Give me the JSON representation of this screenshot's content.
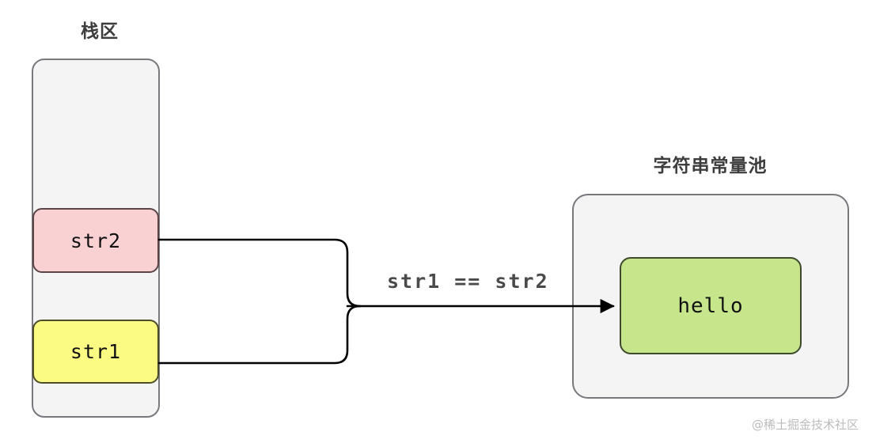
{
  "diagram": {
    "type": "memory-model-diagram",
    "background": "#ffffff",
    "stack": {
      "title": "栈区",
      "container_fill": "#f4f4f5",
      "container_border": "#78787d",
      "slots": [
        {
          "label": "str2",
          "fill": "#fad1d3",
          "border": "#5a4446"
        },
        {
          "label": "str1",
          "fill": "#fbfb84",
          "border": "#4c4c28"
        }
      ]
    },
    "pool": {
      "title": "字符串常量池",
      "container_fill": "#f4f4f5",
      "container_border": "#78787d",
      "entries": [
        {
          "label": "hello",
          "fill": "#c7e68c",
          "border": "#3f4a2c"
        }
      ]
    },
    "edge": {
      "label": "str1 == str2",
      "color": "#000000",
      "from": [
        "str2",
        "str1"
      ],
      "to": "hello",
      "arrowhead": "filled-triangle"
    }
  },
  "watermark": {
    "text": "@稀土掘金技术社区"
  }
}
